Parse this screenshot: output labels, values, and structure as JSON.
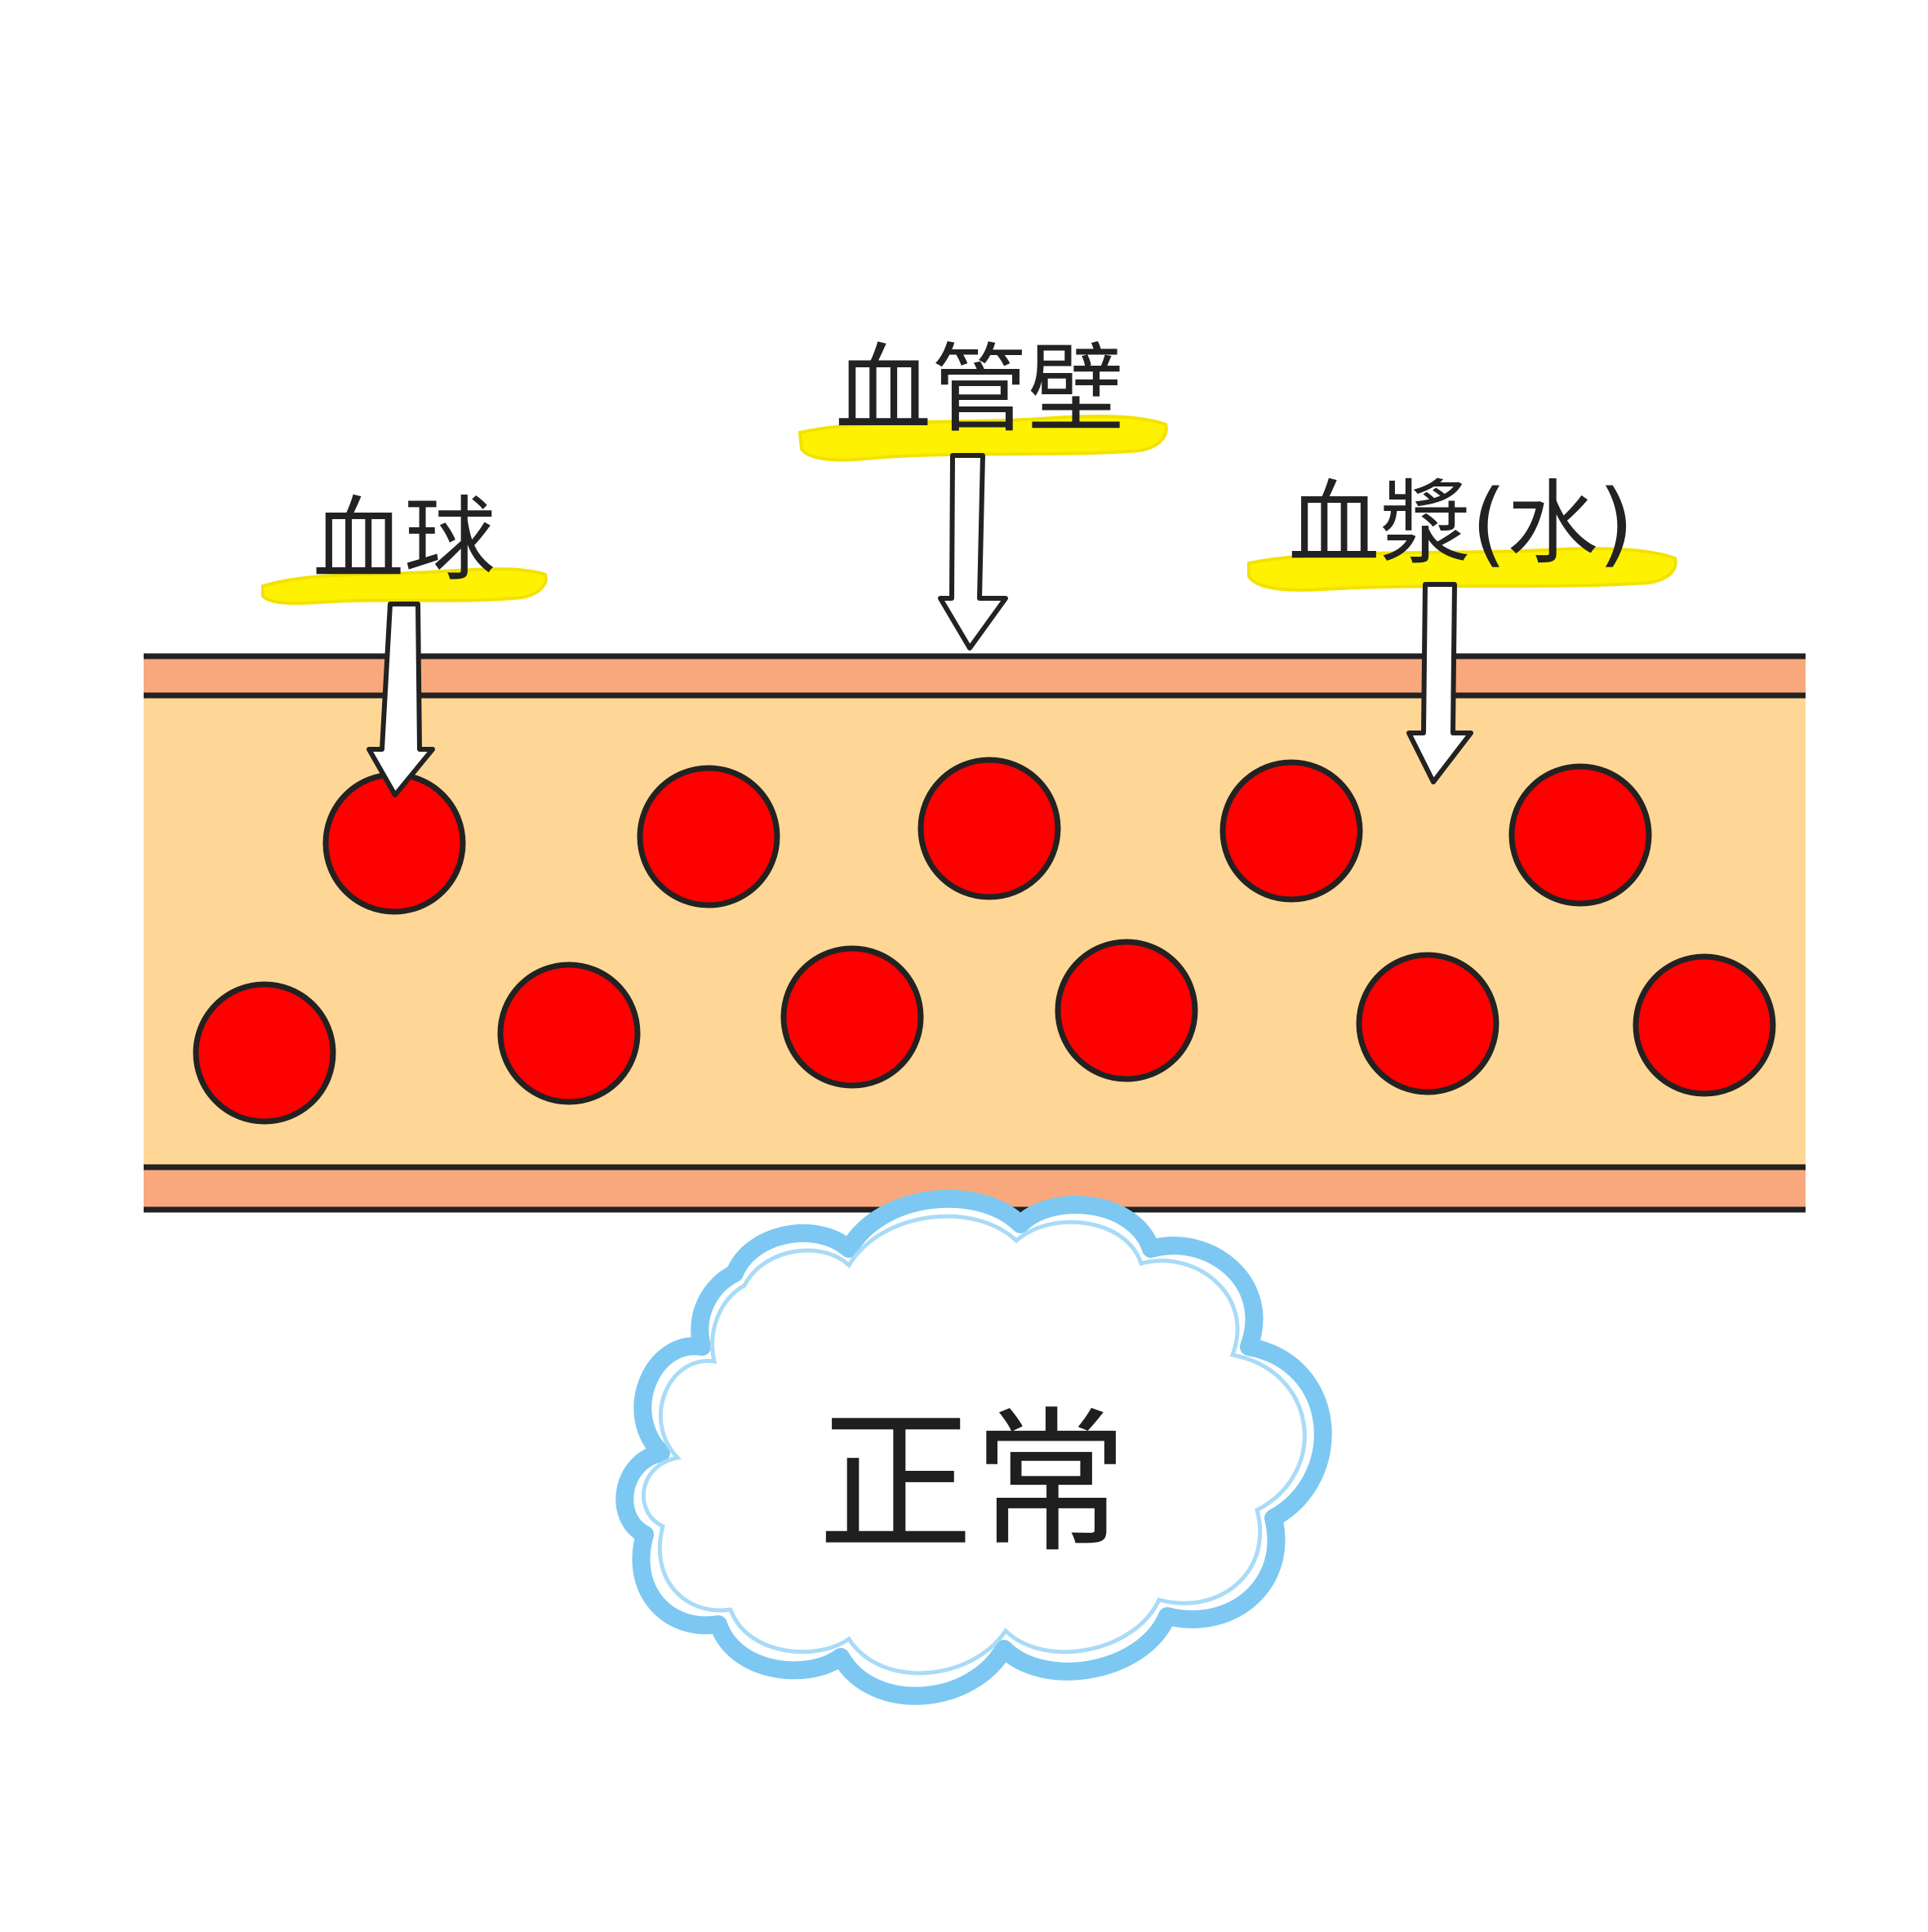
{
  "labels": {
    "blood_cell": "血球",
    "vessel_wall": "血管壁",
    "plasma": "血漿(水)"
  },
  "status": {
    "text": "正常"
  },
  "colors": {
    "background": "#ffffff",
    "vessel_wall": "#F9A77D",
    "plasma": "#FED796",
    "blood_cell": "#FF0000",
    "outline": "#222222",
    "highlight": "#FFF200",
    "cloud_outline": "#7CC8F2",
    "arrow_fill": "#ffffff"
  },
  "diagram": {
    "blood_cell_count": 11,
    "arrow_count": 3
  }
}
